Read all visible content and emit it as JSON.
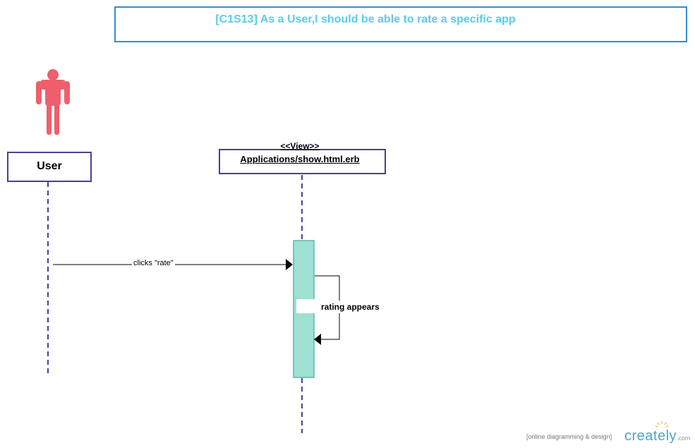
{
  "title": "[C1S13] As a User,I should be able to rate a specific app",
  "actor": {
    "label": "User",
    "color": "#ef5f6b"
  },
  "view": {
    "stereotype": "<<View>>",
    "label": "Applications/show.html.erb"
  },
  "messages": {
    "clicks_rate": "clicks \"rate\"",
    "rating_appears": "rating appears"
  },
  "footer": {
    "tagline": "[online diagramming & design]",
    "brand": "creately",
    "brand_suffix": ".com"
  },
  "colors": {
    "title_text": "#5ccbea",
    "title_border": "#2f8fd0",
    "lifeline_box_border": "#4d3f8f",
    "lifeline_dash": "#4d3f8f",
    "activation_fill": "#9ee0d2",
    "activation_border": "#5fb8a8"
  }
}
